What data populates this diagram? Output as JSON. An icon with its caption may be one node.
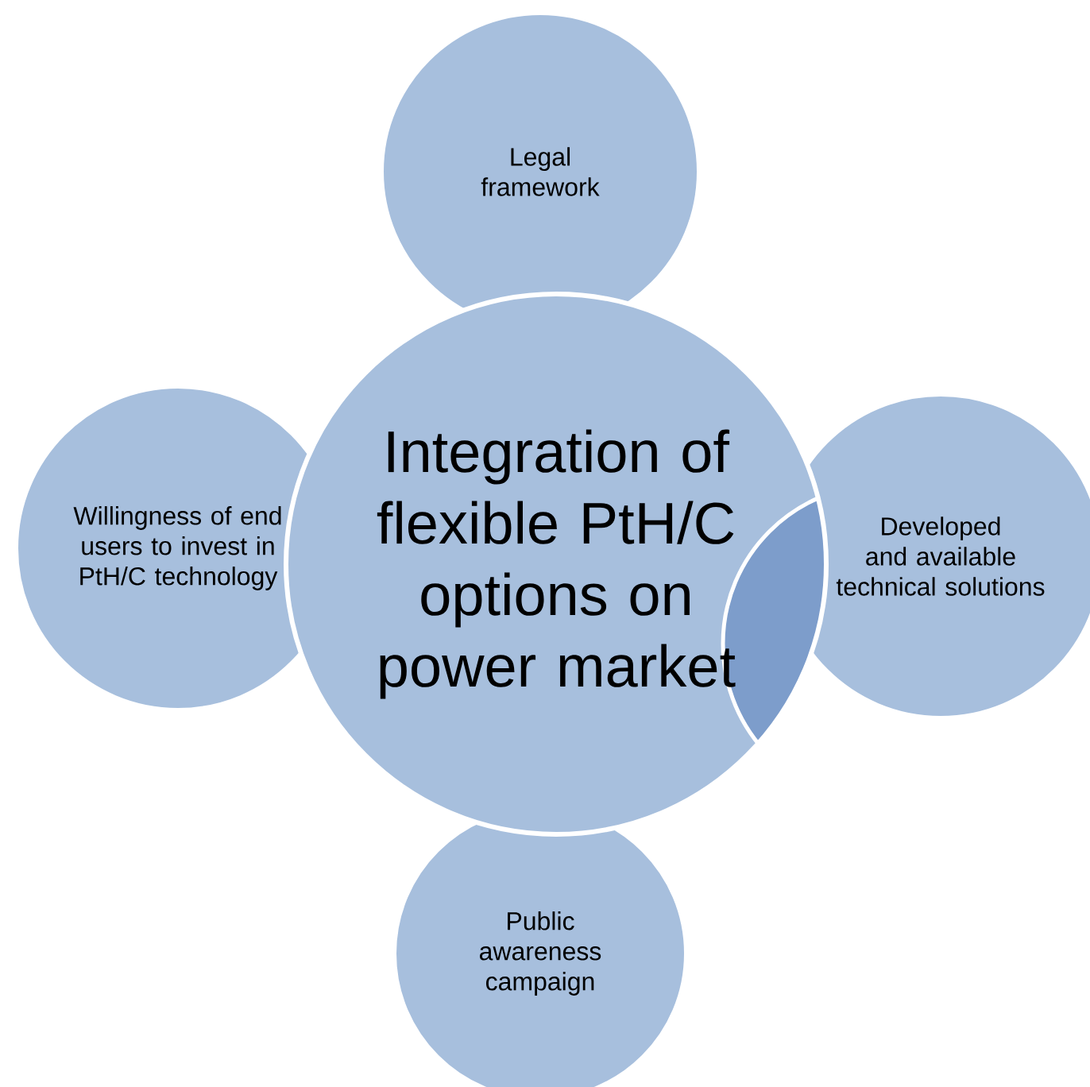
{
  "diagram": {
    "nodes": [
      {
        "text": [
          "Legal framework"
        ]
      },
      {
        "text": [
          "Integration of flexible PtH/C options on power market"
        ]
      },
      {
        "text": [
          "Willingness of end users to invest in PtH/C technology"
        ]
      },
      {
        "text": [
          "Developed and available technical solutions"
        ]
      },
      {
        "text": [
          "Public awareness campaign"
        ]
      }
    ]
  }
}
